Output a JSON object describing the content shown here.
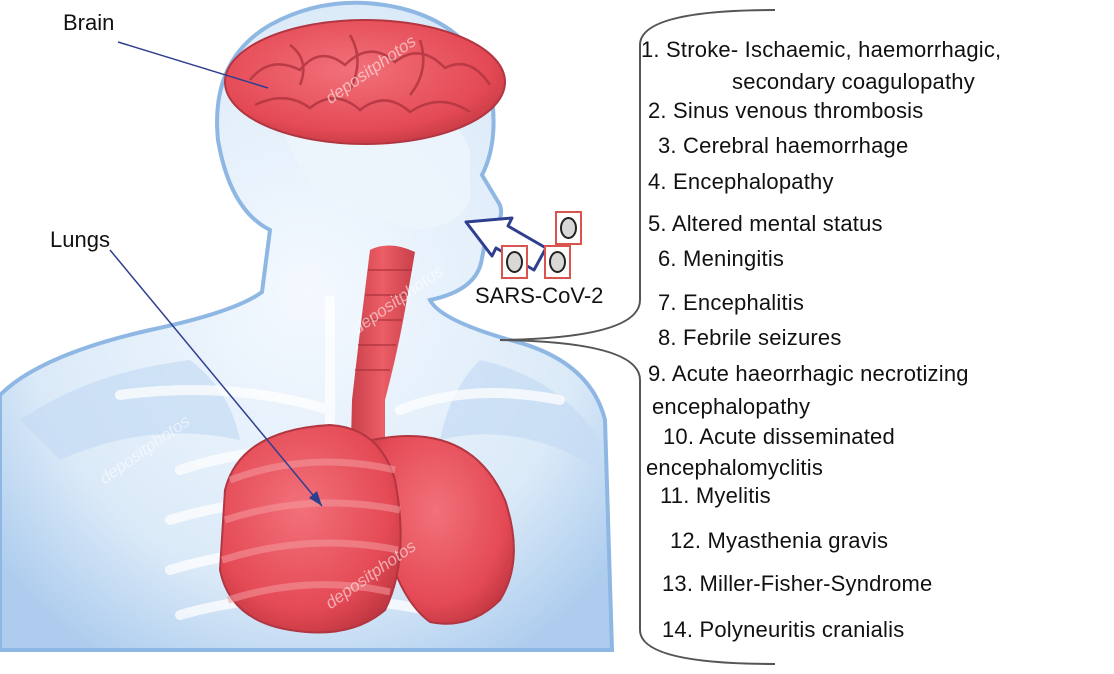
{
  "labels": {
    "brain": "Brain",
    "lungs": "Lungs",
    "virus": "SARS-CoV-2"
  },
  "watermark": "depositphotos",
  "complications": [
    "1. Stroke- Ischaemic, haemorrhagic,",
    "secondary coagulopathy",
    "2. Sinus venous thrombosis",
    "3. Cerebral haemorrhage",
    "4. Encephalopathy",
    "5. Altered mental status",
    "6. Meningitis",
    "7. Encephalitis",
    "8. Febrile seizures",
    "9. Acute haeorrhagic necrotizing",
    "encephalopathy",
    "10. Acute disseminated",
    "encephalomyclitis",
    "11. Myelitis",
    "12. Myasthenia gravis",
    "13. Miller-Fisher-Syndrome",
    "14. Polyneuritis cranialis"
  ],
  "colors": {
    "body_outline": "#9ec3ea",
    "body_fill": "#d9e9f8",
    "organ": "#e8505a",
    "organ_dark": "#c23a44",
    "arrow": "#2f3f8f",
    "virus_box": "#d9534f"
  }
}
